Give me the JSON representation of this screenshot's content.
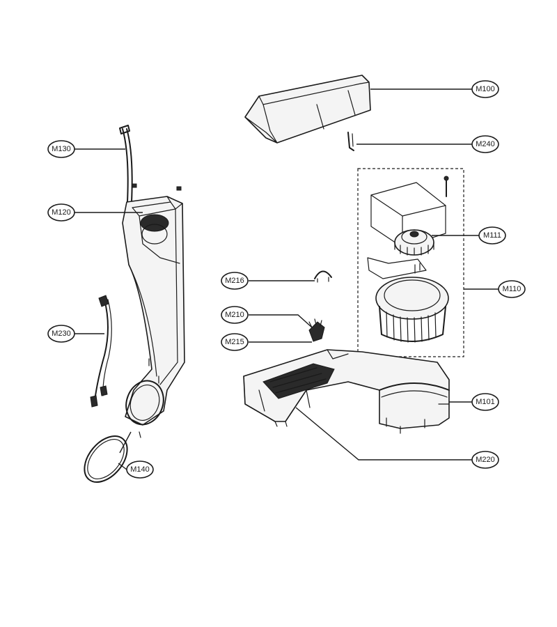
{
  "callouts": [
    {
      "id": "m100",
      "label": "M100"
    },
    {
      "id": "m240",
      "label": "M240"
    },
    {
      "id": "m111",
      "label": "M111"
    },
    {
      "id": "m110",
      "label": "M110"
    },
    {
      "id": "m130",
      "label": "M130"
    },
    {
      "id": "m120",
      "label": "M120"
    },
    {
      "id": "m216",
      "label": "M216"
    },
    {
      "id": "m210",
      "label": "M210"
    },
    {
      "id": "m215",
      "label": "M215"
    },
    {
      "id": "m230",
      "label": "M230"
    },
    {
      "id": "m101",
      "label": "M101"
    },
    {
      "id": "m220",
      "label": "M220"
    },
    {
      "id": "m140",
      "label": "M140"
    }
  ]
}
